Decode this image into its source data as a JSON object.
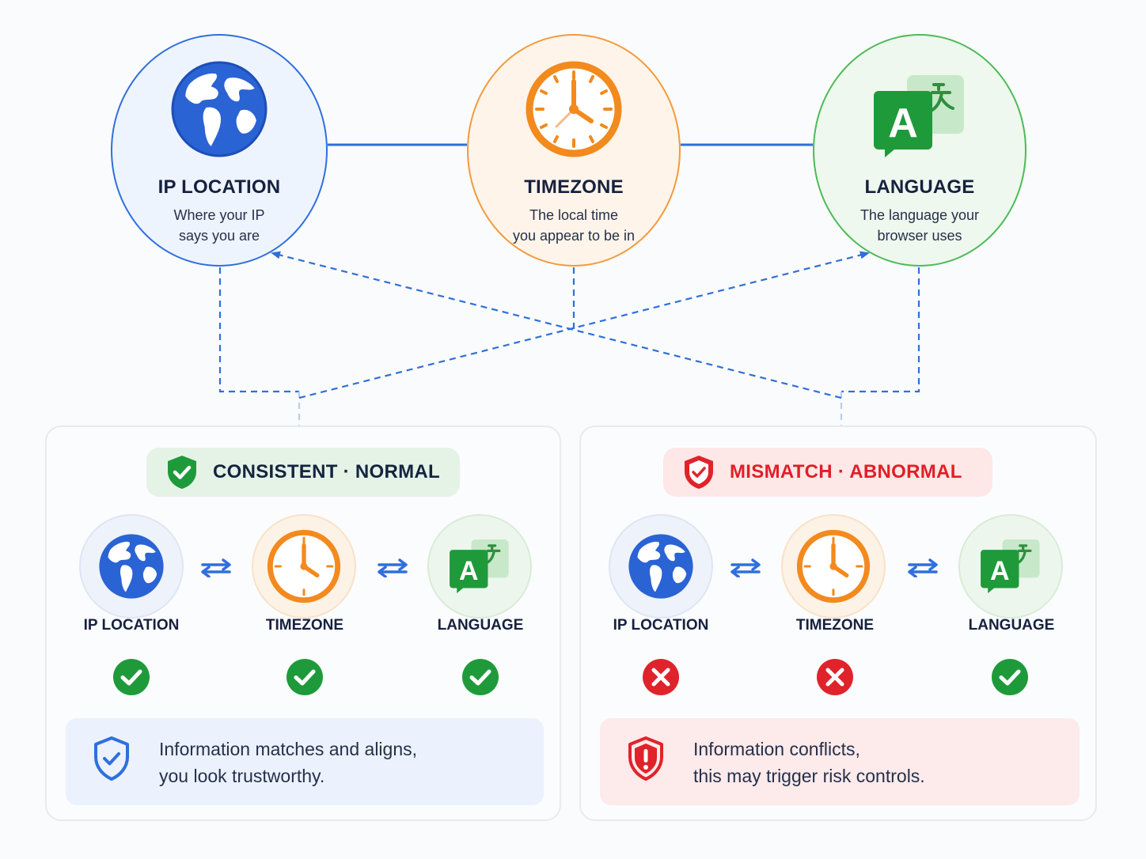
{
  "top_nodes": {
    "ip": {
      "title": "IP LOCATION",
      "line1": "Where your IP",
      "line2": "says you are",
      "icon": "globe-icon"
    },
    "timezone": {
      "title": "TIMEZONE",
      "line1": "The local time",
      "line2": "you appear to be in",
      "icon": "clock-icon"
    },
    "language": {
      "title": "LANGUAGE",
      "line1": "The language your",
      "line2": "browser uses",
      "icon": "translate-icon"
    }
  },
  "consistent_panel": {
    "badge": "CONSISTENT · NORMAL",
    "labels": [
      "IP LOCATION",
      "TIMEZONE",
      "LANGUAGE"
    ],
    "status": [
      "check",
      "check",
      "check"
    ],
    "note_line1": "Information matches and aligns,",
    "note_line2": "you look trustworthy."
  },
  "mismatch_panel": {
    "badge": "MISMATCH · ABNORMAL",
    "labels": [
      "IP LOCATION",
      "TIMEZONE",
      "LANGUAGE"
    ],
    "status": [
      "cross",
      "cross",
      "check"
    ],
    "note_line1": "Information conflicts,",
    "note_line2": "this may trigger risk controls."
  },
  "colors": {
    "blue": "#2f6fde",
    "orange": "#f28a1e",
    "green": "#1f9a3a",
    "red": "#e0232b"
  }
}
